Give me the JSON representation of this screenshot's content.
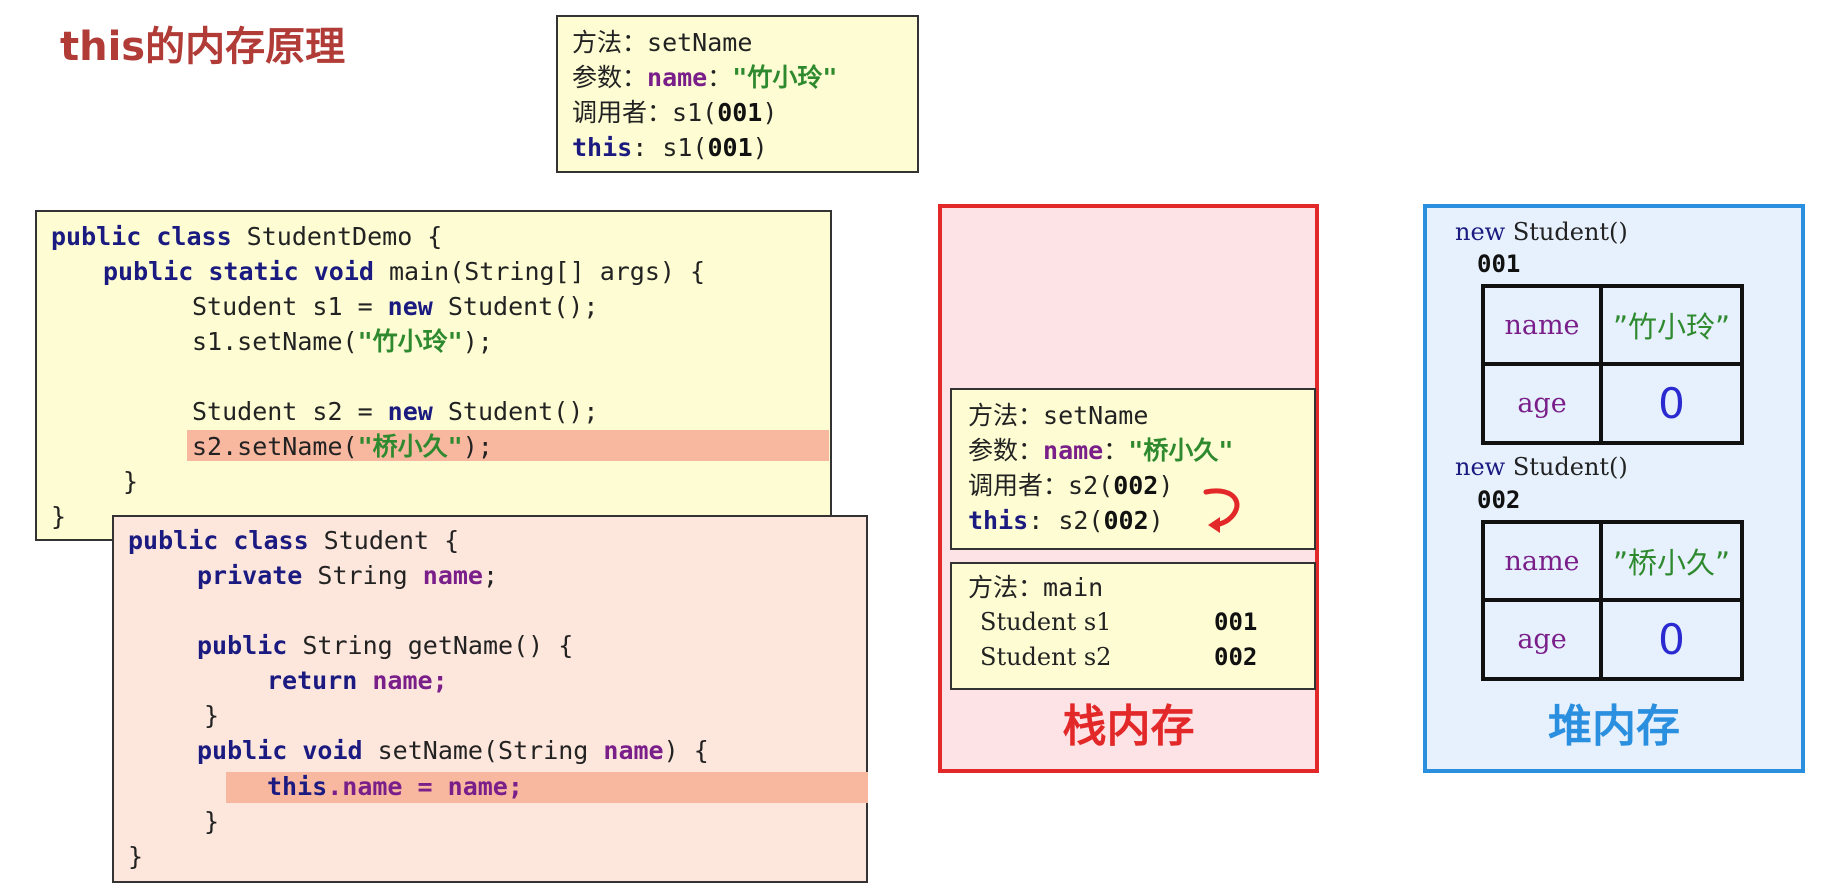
{
  "title": "this的内存原理",
  "top_frame": {
    "method": [
      "方法",
      "：",
      "setName"
    ],
    "param": [
      "参数",
      "：",
      "name",
      "：",
      "\"竹小玲\""
    ],
    "caller": [
      "调用者",
      "：",
      "s1(",
      "001",
      ")"
    ],
    "this_line": [
      "this",
      ":  ",
      "s1(",
      "001",
      ")"
    ]
  },
  "demo_code": [
    [
      "public class",
      " StudentDemo {"
    ],
    [
      "public static void",
      " main(String[] args) {"
    ],
    [
      "Student s1 = ",
      "new",
      " Student();"
    ],
    [
      "s1.setName(",
      "\"竹小玲\"",
      ");"
    ],
    [
      "Student s2 = ",
      "new",
      " Student();"
    ],
    [
      "s2.setName(",
      "\"桥小久\"",
      ");"
    ],
    [
      "}"
    ],
    [
      "}"
    ]
  ],
  "student_code": [
    [
      "public class",
      " Student {"
    ],
    [
      "private",
      " String ",
      "name",
      ";"
    ],
    [
      "public",
      " String getName() {"
    ],
    [
      "return",
      " ",
      "name",
      ";"
    ],
    [
      "}"
    ],
    [
      "public void",
      " setName(String ",
      "name",
      ") {"
    ],
    [
      "this",
      ".",
      "name",
      " = ",
      "name",
      ";"
    ],
    [
      "}"
    ],
    [
      "}"
    ]
  ],
  "stack": {
    "label": "栈内存",
    "setname_frame": {
      "method": [
        "方法",
        "：",
        "setName"
      ],
      "param": [
        "参数",
        "：",
        "name",
        "：",
        "\"桥小久\""
      ],
      "caller": [
        "调用者",
        "：",
        "s2(",
        "002",
        ")"
      ],
      "this_line": [
        "this",
        ":  ",
        "s2(",
        "002",
        ")"
      ]
    },
    "main_frame": {
      "method": [
        "方法",
        "：",
        "main"
      ],
      "vars": [
        {
          "name": "Student s1",
          "value": "001"
        },
        {
          "name": "Student s2",
          "value": "002"
        }
      ]
    }
  },
  "heap": {
    "label": "堆内存",
    "objects": [
      {
        "new_kw": "new",
        "ctor": " Student()",
        "addr": "001",
        "field1": "name",
        "value1": "”竹小玲”",
        "field2": "age",
        "value2": "0"
      },
      {
        "new_kw": "new",
        "ctor": " Student()",
        "addr": "002",
        "field1": "name",
        "value1": "”桥小久”",
        "field2": "age",
        "value2": "0"
      }
    ]
  },
  "colors": {
    "title": "#b13b36",
    "stack_border": "#e22828",
    "heap_border": "#2b8fe0",
    "keyword": "#1a1a80",
    "field": "#7a1f8a",
    "string": "#2f8a2f",
    "number": "#2a2ad0",
    "highlight": "#f8b8a0"
  }
}
